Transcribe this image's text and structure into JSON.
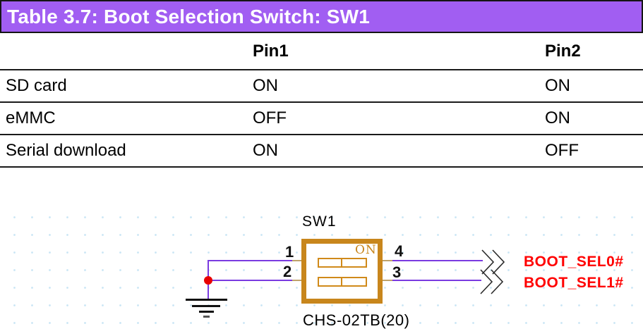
{
  "title_bar": {
    "text": "Table 3.7: Boot Selection Switch: SW1",
    "bg_color": "#a15ef2",
    "text_color": "#ffffff"
  },
  "table": {
    "columns": [
      "",
      "Pin1",
      "Pin2"
    ],
    "rows": [
      {
        "label": "SD card",
        "pin1": "ON",
        "pin2": "ON"
      },
      {
        "label": "eMMC",
        "pin1": "OFF",
        "pin2": "ON"
      },
      {
        "label": "Serial download",
        "pin1": "ON",
        "pin2": "OFF"
      }
    ]
  },
  "schematic": {
    "designator": "SW1",
    "part_number": "CHS-02TB(20)",
    "on_label": "ON",
    "pins": {
      "p1": "1",
      "p2": "2",
      "p3": "3",
      "p4": "4"
    },
    "signals": [
      {
        "name": "BOOT_SEL0#"
      },
      {
        "name": "BOOT_SEL1#"
      }
    ],
    "colors": {
      "wire": "#7a3be0",
      "switch_body": "#c8861c",
      "signal_text": "#ff0000",
      "junction_dot": "#e80000"
    }
  }
}
